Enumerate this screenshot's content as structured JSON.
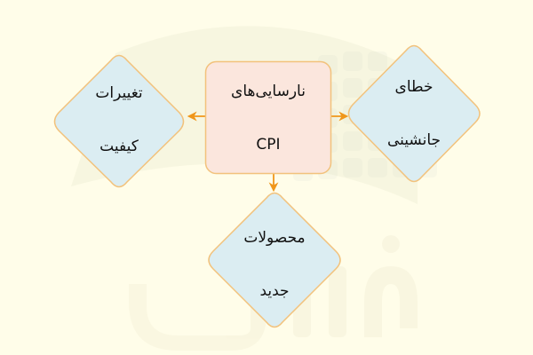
{
  "diagram": {
    "central_node": {
      "lines": [
        "نارسایی‌های",
        "CPI"
      ],
      "shape": "rounded-rectangle",
      "fill": "#fbe5dc",
      "stroke": "#f2c27c"
    },
    "nodes": [
      {
        "id": "quality-changes",
        "lines": [
          "تغییرات",
          "کیفیت"
        ],
        "shape": "diamond",
        "position": "left"
      },
      {
        "id": "substitution-bias",
        "lines": [
          "خطای",
          "جانشینی"
        ],
        "shape": "diamond",
        "position": "right"
      },
      {
        "id": "new-products",
        "lines": [
          "محصولات",
          "جدید"
        ],
        "shape": "diamond",
        "position": "bottom"
      }
    ],
    "edges": [
      {
        "from": "central_node",
        "to": "quality-changes",
        "direction": "left"
      },
      {
        "from": "central_node",
        "to": "substitution-bias",
        "direction": "right"
      },
      {
        "from": "central_node",
        "to": "new-products",
        "direction": "down"
      }
    ],
    "colors": {
      "background": "#fffde9",
      "diamond_fill": "#d9ecf2",
      "diamond_stroke": "#f2c27c",
      "arrow": "#f0961a"
    }
  }
}
